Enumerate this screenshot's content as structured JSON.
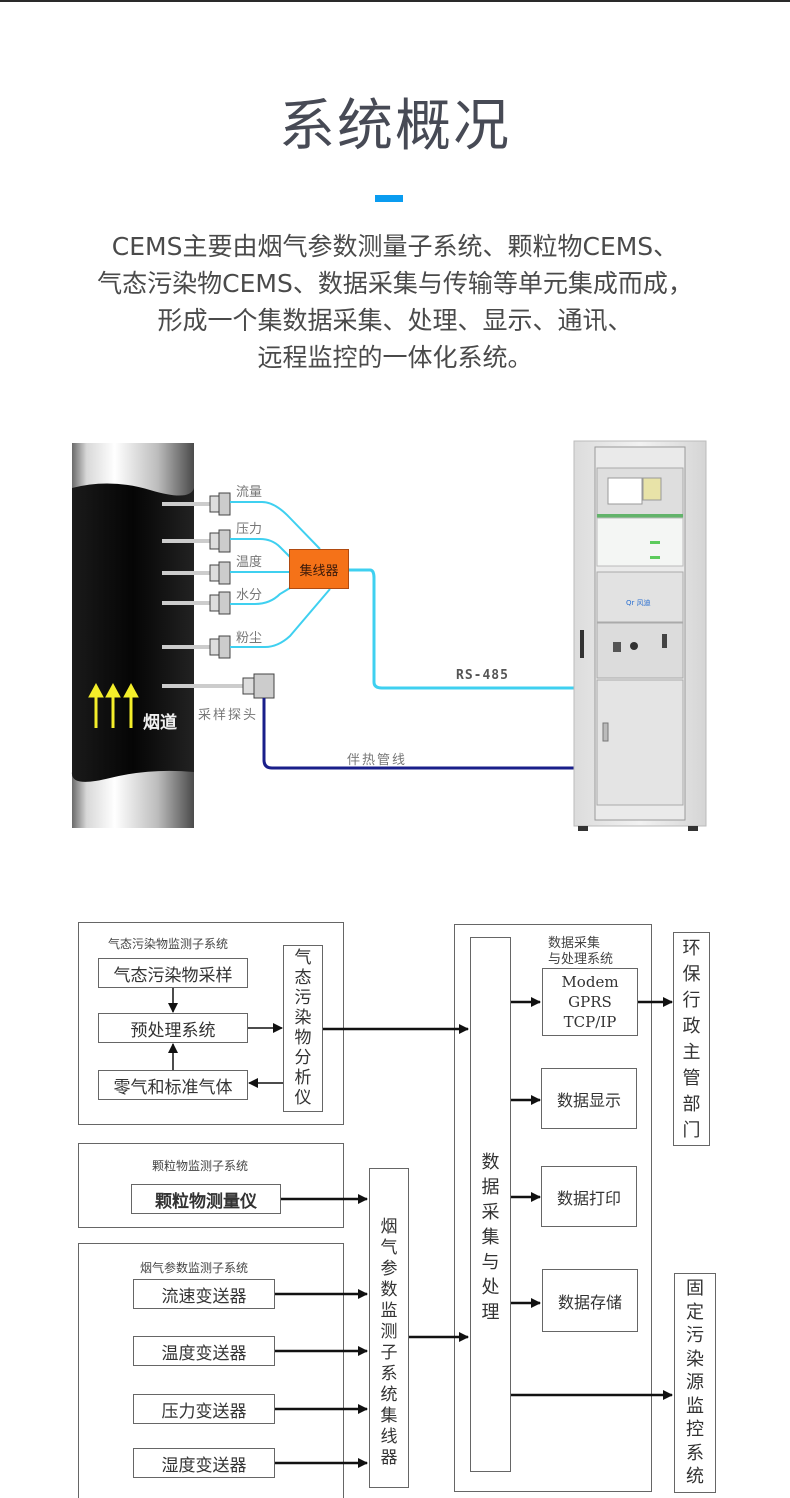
{
  "header": {
    "title": "系统概况",
    "accent_color": "#0a9cf0"
  },
  "intro": {
    "lines": [
      "CEMS主要由烟气参数测量子系统、颗粒物CEMS、",
      "气态污染物CEMS、数据采集与传输等单元集成而成，",
      "形成一个集数据采集、处理、显示、通讯、",
      "远程监控的一体化系统。"
    ]
  },
  "schematic": {
    "sensors": [
      "流量",
      "压力",
      "温度",
      "水分",
      "粉尘"
    ],
    "hub_label": "集线器",
    "probe_label": "采样探头",
    "flue_label": "烟道",
    "rs485_label": "RS-485",
    "heat_line_label": "伴热管线",
    "colors": {
      "signal_line": "#3fd0f0",
      "heat_line": "#1a1f8a",
      "hub": "#f57218",
      "flow_arrows": "#f4ee2a"
    }
  },
  "block_diagram": {
    "gas_subsystem": {
      "title": "气态污染物监测子系统",
      "sampling": "气态污染物采样",
      "pretreatment": "预处理系统",
      "zero_gas": "零气和标准气体",
      "analyzer": "气态污染物分析仪"
    },
    "particle_subsystem": {
      "title": "颗粒物监测子系统",
      "meter": "颗粒物测量仪"
    },
    "flue_subsystem": {
      "title": "烟气参数监测子系统",
      "transmitters": [
        "流速变送器",
        "温度变送器",
        "压力变送器",
        "湿度变送器"
      ],
      "hub": "烟气参数监测子系统集线器"
    },
    "daq_system": {
      "title_line1": "数据采集",
      "title_line2": "与处理系统",
      "core": "数据采集与处理",
      "modem_lines": [
        "Modem",
        "GPRS",
        "TCP/IP"
      ],
      "display": "数据显示",
      "print": "数据打印",
      "storage": "数据存储"
    },
    "outputs": {
      "epa": "环保行政主管部门",
      "fixed_source": "固定污染源监控系统"
    }
  }
}
